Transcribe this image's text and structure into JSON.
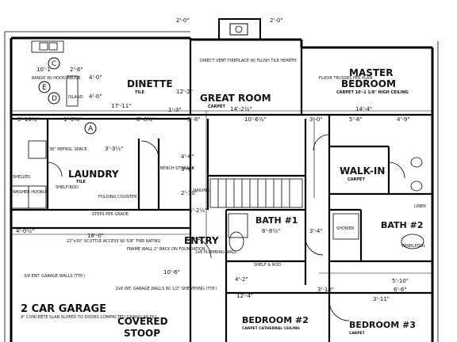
{
  "rooms": {
    "dinette": "DINETTE",
    "dinette_sub": "TILE",
    "great_room": "GREAT ROOM",
    "great_room_sub": "CARPET",
    "master_bedroom_1": "MASTER",
    "master_bedroom_2": "BEDROOM",
    "master_sub": "CARPET 10'-1 1/8\" HIGH CEILING",
    "laundry": "LAUNDRY",
    "laundry_sub": "TILE",
    "walk_in": "WALK-IN",
    "walk_in_sub": "CARPET",
    "bath1": "BATH #1",
    "bath2": "BATH #2",
    "entry": "ENTRY",
    "garage": "2 CAR GARAGE",
    "covered": "COVERED",
    "stoop": "STOOP",
    "bedroom2": "BEDROOM #2",
    "bedroom2_sub": "CARPET CATHEDRAL CEILING",
    "bedroom3": "BEDROOM #3",
    "bedroom3_sub": "CARPET"
  },
  "dimensions": {
    "d_10_1": "10'-1\"",
    "d_2_6": "2'-6\"",
    "d_4_0_3": "4'-0\"",
    "d_4_0_4": "4'-0\"",
    "d_2_0": "2'-0\"",
    "d_2_0b": "2'-0\"",
    "d_12_2": "12'-2\"",
    "d_17_11": "17'-11\"",
    "d_1_3": "1'-3\"",
    "d_14_2": "14'-2½\"",
    "d_14_4": "14'-4\"",
    "d_3_10": "3'-10½\"",
    "d_1_8": "1'-8½\"",
    "d_6_8": "6'-8½\"",
    "d_3_8": "3'-8\"",
    "d_10_6": "10'-6½\"",
    "d_3_0": "3'-0\"",
    "d_5_8": "5'-8\"",
    "d_4_9": "4'-9\"",
    "d_3_3": "3'-3½\"",
    "d_4_6": "4'-6\"",
    "d_3_6": "3'-6\"",
    "d_2_10": "2'-10\"",
    "d_5_2": "5'-2½\"",
    "d_8_8": "8'-8½\"",
    "d_3_4": "3'-4\"",
    "d_4_0b": "4'-0½\"",
    "d_18_0": "18'-0\"",
    "d_10_6b": "10'-6\"",
    "d_4_2": "4'-2\"",
    "d_12_4": "12'-4\"",
    "d_3_10b": "3'-10\"",
    "d_5_10": "5'-10\"",
    "d_6_6": "6'-6\"",
    "d_3_11": "3'-11\""
  },
  "notes": {
    "fireplace": "DIRECT VENT FIREPLACE W/ FLUSH TILE HEARTH",
    "range": "RANGE W/ HOOD ABOVE",
    "island": "ISLAND",
    "refrig": "36\" REFRIG. SPACE",
    "shelves": "SHELVES",
    "washer": "WASHER HOOKUP",
    "shelf_rod": "SHELF/ROD",
    "folding": "FOLDING COUNTER",
    "steps": "STEPS PER GRADE",
    "scuttle": "22\"x30\" SCUTTLE ACCESS W/ 5/8\" FIRE RATING",
    "garage_wall": "3/4 ENT. GARAGE WALLS (TYP.)",
    "garage_floor": "4\" CONCRETE SLAB SLOPED TO DOORS COMPACTED GRANULAR FILL",
    "frame_wall": "FRAME WALL 2\" BACK ON FOUNDATION",
    "plumbing": "2x6 PLUMBING WALL",
    "garage_walls2": "2x6 INT. GARAGE WALLS W/ 1/2\" SHEATHING (TYP.)",
    "railing": "RAILING",
    "shower": "SHOWER",
    "whirlpool": "WHIRLPOOL",
    "linen": "LINEN",
    "shelf_rod2": "SHELF & ROD",
    "bench": "BENCH STORAGE",
    "floor_trusses": "FLOOR TRUSSES PER PLAN"
  },
  "markers": {
    "c": "C",
    "e": "E",
    "d": "D",
    "a": "A"
  }
}
